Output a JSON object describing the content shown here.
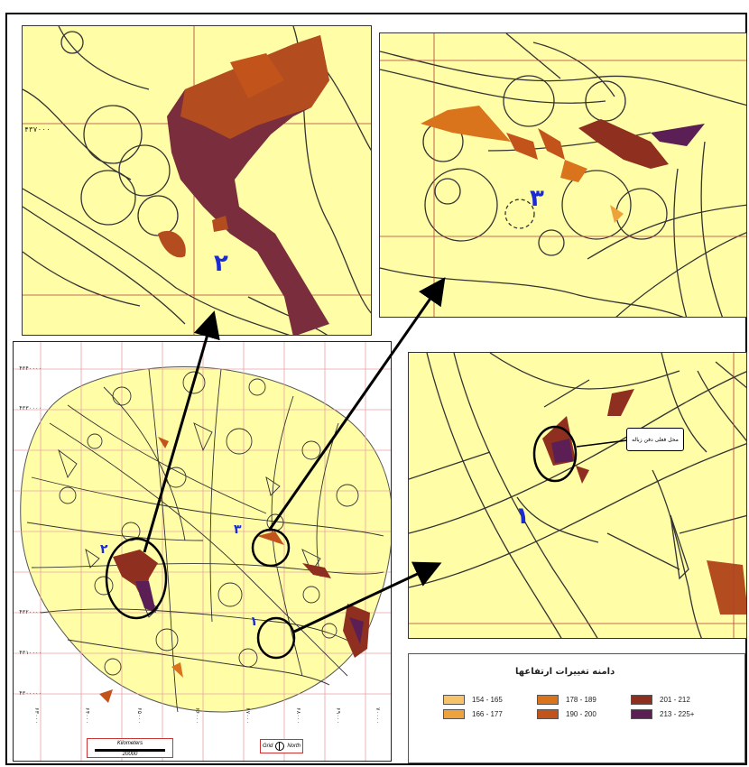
{
  "zones": {
    "zone2": "۲",
    "zone3": "۳",
    "zone1": "۱"
  },
  "overview": {
    "coords_left": [
      "۴۳۴۰۰۰۰",
      "۴۳۳۰۰۰۰",
      "۴۳۲۰۰۰۰",
      "۴۳۱۰۰۰۰",
      "۴۳۰۰۰۰۰"
    ],
    "coords_bottom": [
      "۶۳۰۰۰",
      "۶۴۰۰۰",
      "۶۵۰۰۰",
      "۶۶۰۰۰",
      "۶۷۰۰۰",
      "۶۸۰۰۰",
      "۶۹۰۰۰",
      "۷۰۰۰۰"
    ],
    "scale_label": "Kilometers",
    "scale_value": "20000",
    "north_label_grid": "Grid",
    "north_label_north": "North"
  },
  "inset2": {
    "coord_label": "۴۳۷۰۰۰"
  },
  "callout": "محل فعلی دفن زباله",
  "legend": {
    "title": "دامنه تغییرات ارتفاعها",
    "items": [
      {
        "label": "154 - 165",
        "color": "#f6c36b"
      },
      {
        "label": "166 - 177",
        "color": "#eda23c"
      },
      {
        "label": "178 - 189",
        "color": "#d9731c"
      },
      {
        "label": "190 - 200",
        "color": "#c2531a"
      },
      {
        "label": "201 - 212",
        "color": "#8f2f20"
      },
      {
        "label": "213 - 225+",
        "color": "#5b1f55"
      }
    ]
  },
  "colors": {
    "base": "#fffea6",
    "grid": "#b23a3a",
    "zone_text": "#1a2bd6"
  }
}
